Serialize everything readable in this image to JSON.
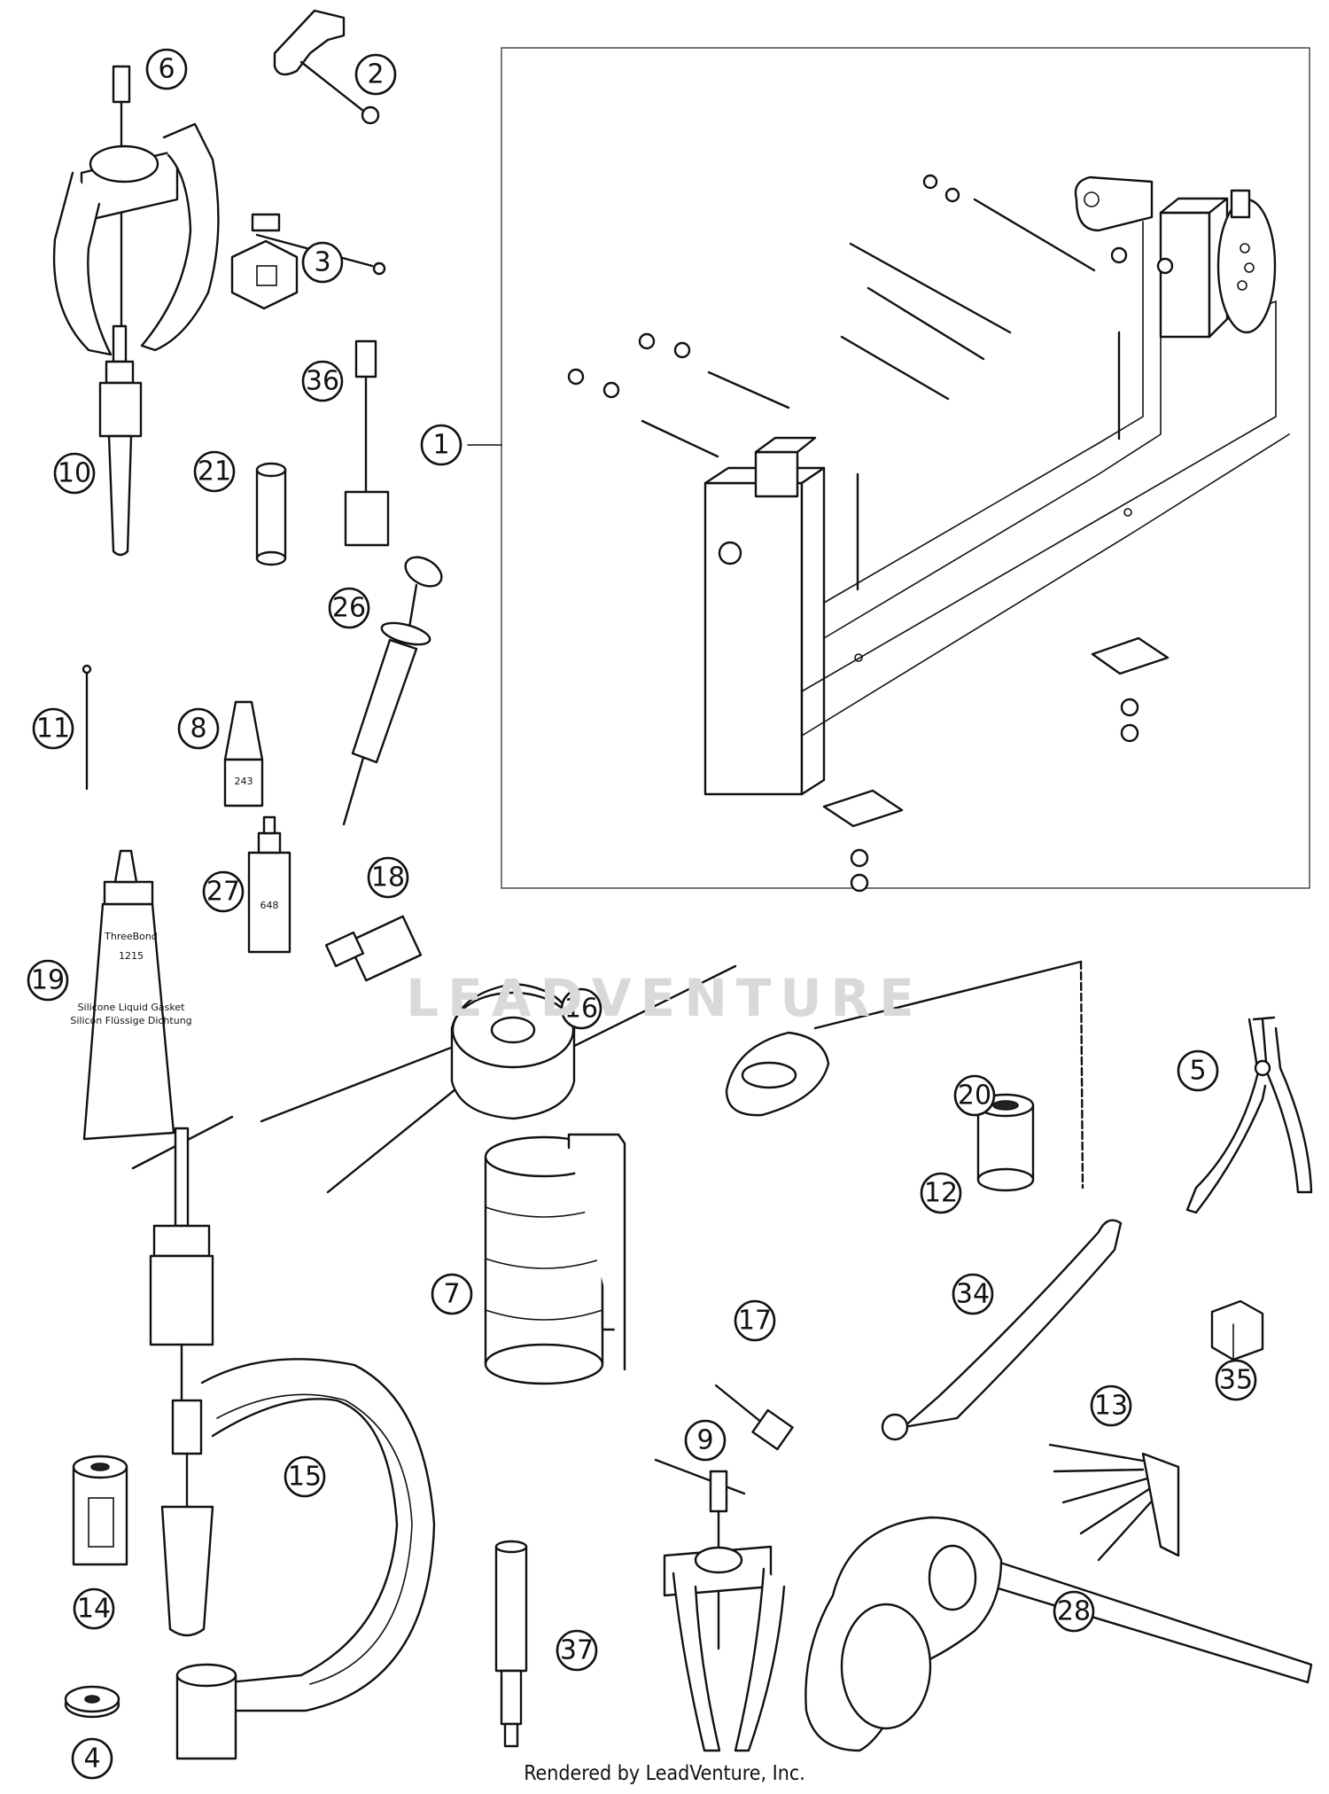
{
  "watermark": "LEADVENTURE",
  "footer": "Rendered by LeadVenture, Inc.",
  "labels": {
    "sealant_brand": "ThreeBond",
    "sealant_code": "1215",
    "sealant_desc1": "Silicone Liquid Gasket",
    "sealant_desc2": "Silicon Flüssige Dichtung",
    "loctite_code": "648",
    "threadlocker_code": "243"
  },
  "callouts": [
    {
      "id": "c1",
      "num": "1"
    },
    {
      "id": "c2",
      "num": "2"
    },
    {
      "id": "c3",
      "num": "3"
    },
    {
      "id": "c4",
      "num": "4"
    },
    {
      "id": "c5",
      "num": "5"
    },
    {
      "id": "c6",
      "num": "6"
    },
    {
      "id": "c7",
      "num": "7"
    },
    {
      "id": "c8",
      "num": "8"
    },
    {
      "id": "c9",
      "num": "9"
    },
    {
      "id": "c10",
      "num": "10"
    },
    {
      "id": "c11",
      "num": "11"
    },
    {
      "id": "c12",
      "num": "12"
    },
    {
      "id": "c13",
      "num": "13"
    },
    {
      "id": "c14",
      "num": "14"
    },
    {
      "id": "c15",
      "num": "15"
    },
    {
      "id": "c16",
      "num": "16"
    },
    {
      "id": "c17",
      "num": "17"
    },
    {
      "id": "c18",
      "num": "18"
    },
    {
      "id": "c19",
      "num": "19"
    },
    {
      "id": "c20",
      "num": "20"
    },
    {
      "id": "c21",
      "num": "21"
    },
    {
      "id": "c26",
      "num": "26"
    },
    {
      "id": "c27",
      "num": "27"
    },
    {
      "id": "c28",
      "num": "28"
    },
    {
      "id": "c34",
      "num": "34"
    },
    {
      "id": "c35",
      "num": "35"
    },
    {
      "id": "c36",
      "num": "36"
    },
    {
      "id": "c37",
      "num": "37"
    }
  ]
}
